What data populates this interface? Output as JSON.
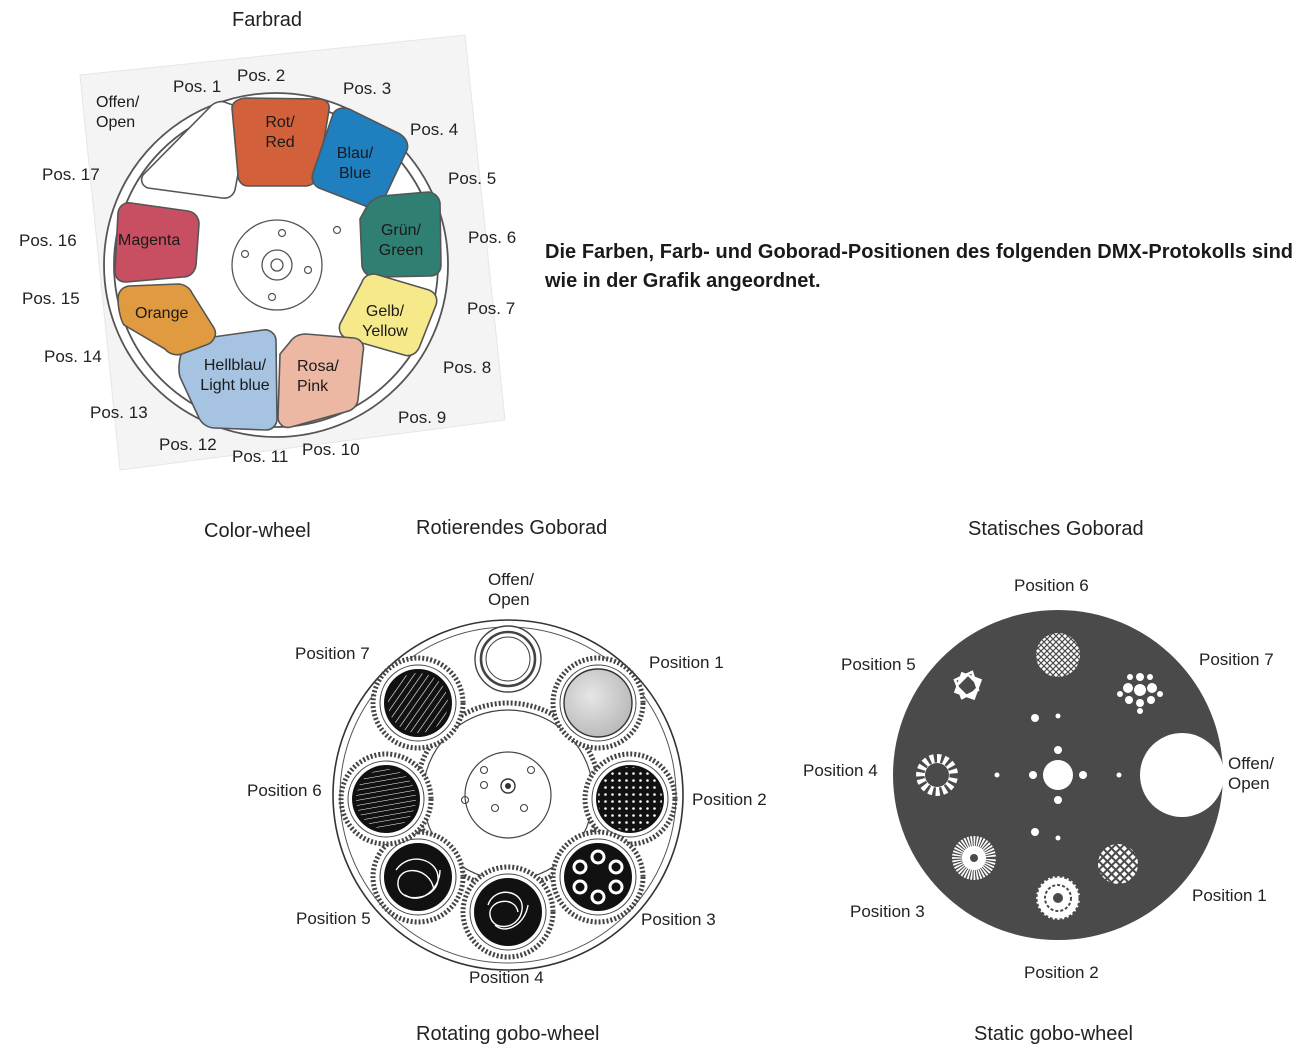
{
  "color_wheel": {
    "title": "Farbrad",
    "caption": "Color-wheel",
    "colors": {
      "open": "#ffffff",
      "red": "#d2603a",
      "blue": "#1f7fbf",
      "green": "#2f7f72",
      "yellow": "#f6e98a",
      "pink": "#ecb8a3",
      "lightblue": "#a6c4e2",
      "orange": "#e09a40",
      "magenta": "#c84f62"
    },
    "segments": {
      "open": "Offen/\nOpen",
      "red": "Rot/\nRed",
      "blue": "Blau/\nBlue",
      "green": "Grün/\nGreen",
      "yellow": "Gelb/\nYellow",
      "pink": "Rosa/\nPink",
      "lightblue": "Hellblau/\nLight blue",
      "orange": "Orange",
      "magenta": "Magenta"
    },
    "positions": {
      "p1": "Pos. 1",
      "p2": "Pos. 2",
      "p3": "Pos. 3",
      "p4": "Pos. 4",
      "p5": "Pos. 5",
      "p6": "Pos. 6",
      "p7": "Pos. 7",
      "p8": "Pos. 8",
      "p9": "Pos. 9",
      "p10": "Pos. 10",
      "p11": "Pos. 11",
      "p12": "Pos. 12",
      "p13": "Pos. 13",
      "p14": "Pos. 14",
      "p15": "Pos. 15",
      "p16": "Pos. 16",
      "p17": "Pos. 17"
    }
  },
  "info_text": "Die Farben, Farb- und Goborad-Positionen des folgenden DMX-Protokolls sind wie in der Grafik angeordnet.",
  "rotating_gobo_wheel": {
    "title": "Rotierendes Goborad",
    "caption": "Rotating gobo-wheel",
    "labels": {
      "open": "Offen/\nOpen",
      "p1": "Position 1",
      "p2": "Position 2",
      "p3": "Position 3",
      "p4": "Position 4",
      "p5": "Position 5",
      "p6": "Position 6",
      "p7": "Position 7"
    }
  },
  "static_gobo_wheel": {
    "title": "Statisches Goborad",
    "caption": "Static gobo-wheel",
    "disc_color": "#4a4a4a",
    "labels": {
      "open": "Offen/\nOpen",
      "p1": "Position 1",
      "p2": "Position 2",
      "p3": "Position 3",
      "p4": "Position 4",
      "p5": "Position 5",
      "p6": "Position 6",
      "p7": "Position 7"
    }
  }
}
